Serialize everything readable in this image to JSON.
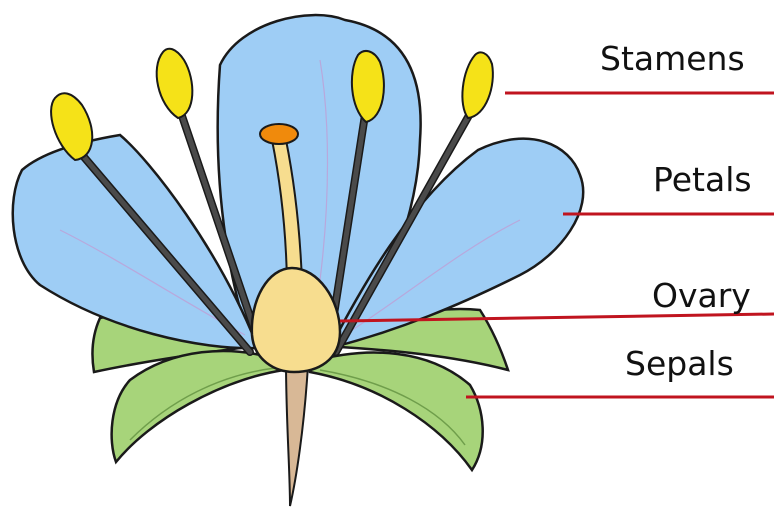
{
  "diagram": {
    "colors": {
      "petal": "#9ecdf5",
      "petal_outline": "#1a1a1a",
      "anther": "#f5e218",
      "filament": "#4a4a4a",
      "pistil": "#f7dd8f",
      "stigma": "#f08a0c",
      "sepal": "#a7d47a",
      "stem": "#d8b896",
      "leader_line": "#c0141f"
    },
    "labels": [
      {
        "id": "stamens",
        "text": "Stamens"
      },
      {
        "id": "petals",
        "text": "Petals"
      },
      {
        "id": "ovary",
        "text": "Ovary"
      },
      {
        "id": "sepals",
        "text": "Sepals"
      }
    ]
  }
}
